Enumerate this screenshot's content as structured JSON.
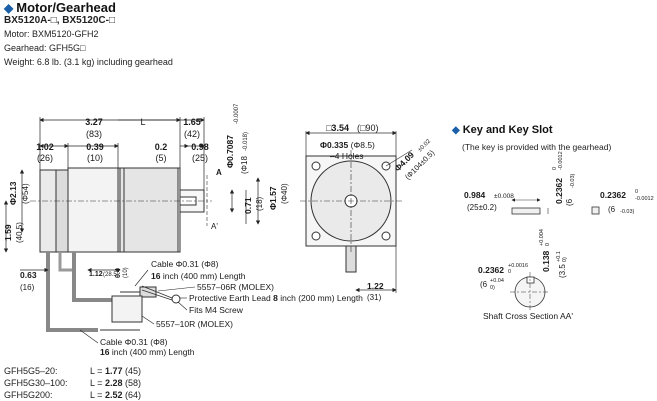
{
  "header": {
    "title": "Motor/Gearhead",
    "models": "BX5120A-□, BX5120C-□",
    "motor": "Motor: BXM5120-GFH2",
    "gearhead": "Gearhead: GFH5G□",
    "weight": "Weight: 6.8 lb. (3.1 kg) including gearhead"
  },
  "key_section": {
    "title": "Key and Key Slot",
    "note": "(The key is provided with the gearhead)"
  },
  "dims": {
    "d327": "3.27",
    "d327mm": "(83)",
    "dL": "L",
    "d165": "1.65",
    "d165mm": "(42)",
    "d102": "1.02",
    "d102mm": "(26)",
    "d039": "0.39",
    "d039mm": "(10)",
    "d02": "0.2",
    "d02mm": "(5)",
    "d098": "0.98",
    "d098mm": "(25)",
    "shaft_dia": "Φ0.7087",
    "shaft_tol": "-0.0007",
    "shaft_mm": "(Φ18",
    "shaft_mm_tol": "-0.018)",
    "d071": "0.71",
    "d071mm": "(18)",
    "d157": "Φ1.57",
    "d157mm": "(Φ40)",
    "d213": "Φ2.13",
    "d213mm": "(Φ54)",
    "d159": "1.59",
    "d159mm": "(40.5)",
    "d063": "0.63",
    "d063mm": "(16)",
    "d112": "1.12",
    "d112mm": "(28.5)",
    "d0_4": "0.4",
    "d0_4mm": "(10)",
    "secA": "A",
    "secA2": "A'",
    "sq": "□3.54",
    "sqmm": "(□90)",
    "hole": "Φ0.335",
    "holemm": "(Φ8.5)",
    "holes": "–4 Holes",
    "pcd": "Φ4.09",
    "pcd_tol": "±0.02",
    "pcdmm": "(Φ104±0.5)",
    "d122": "1.22",
    "d122mm": "(31)"
  },
  "cables": {
    "cable1": "Cable Φ0.31 (Φ8)",
    "cable1_len_val": "16",
    "cable1_len": "inch (400 mm) Length",
    "conn1": "5557–06R (MOLEX)",
    "pe_lead_a": "Protective Earth Lead",
    "pe_lead_val": "8",
    "pe_lead_b": "inch (200 mm) Length",
    "screw": "Fits M4 Screw",
    "conn2": "5557–10R (MOLEX)",
    "cable2": "Cable Φ0.31 (Φ8)",
    "cable2_len_val": "16",
    "cable2_len": "inch (400 mm) Length"
  },
  "key_dims": {
    "k1": "0.984",
    "k1tol": "±0.008",
    "k1mm": "(25±0.2)",
    "k2": "0.2362",
    "k2tol_a": "0",
    "k2tol_b": "-0.0012",
    "k2mm": "(6",
    "k2mm_tol": "-0.03)",
    "k3": "0.2362",
    "k3tol_a": "0",
    "k3tol_b": "-0.0012",
    "k3mm": "(6",
    "k3mm_tol": "-0.03)",
    "k4": "0.2362",
    "k4tol_a": "+0.0016",
    "k4tol_b": "0",
    "k4mm": "(6",
    "k4mm_tol_a": "+0.04",
    "k4mm_tol_b": "0)",
    "k5": "0.138",
    "k5tol_a": "+0.004",
    "k5tol_b": "0",
    "k5mm": "(3.5",
    "k5mm_tol_a": "+0.1",
    "k5mm_tol_b": "0)",
    "shaft_section": "Shaft Cross Section AA'"
  },
  "length_table": [
    {
      "model": "GFH5G5–20:",
      "label": "L =",
      "in": "1.77",
      "mm": "(45)"
    },
    {
      "model": "GFH5G30–100:",
      "label": "L =",
      "in": "2.28",
      "mm": "(58)"
    },
    {
      "model": "GFH5G200:",
      "label": "L =",
      "in": "2.52",
      "mm": "(64)"
    }
  ]
}
